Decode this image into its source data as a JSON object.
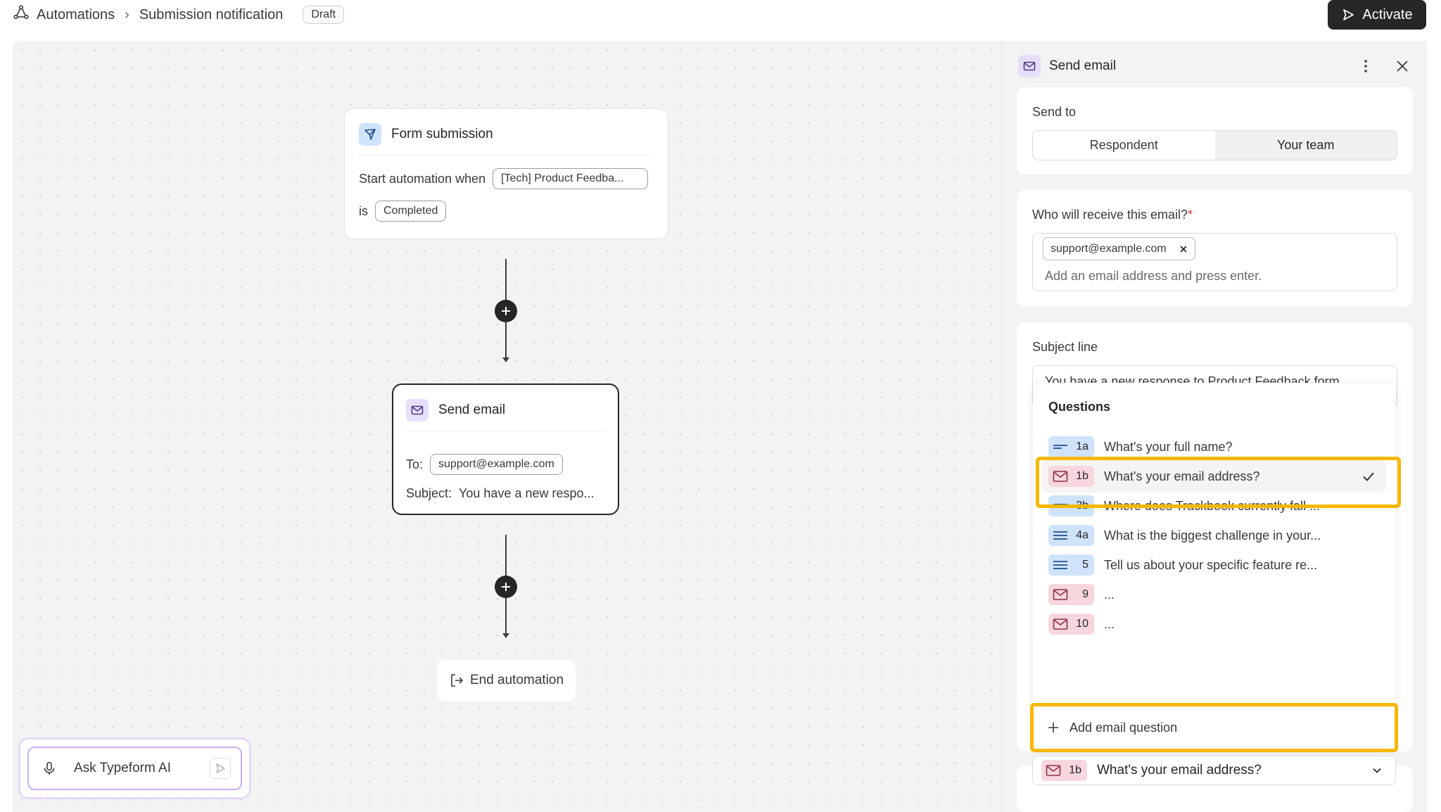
{
  "breadcrumb": {
    "root": "Automations",
    "current": "Submission notification",
    "status": "Draft"
  },
  "header": {
    "activate_label": "Activate"
  },
  "flow": {
    "trigger": {
      "title": "Form submission",
      "start_label": "Start automation when",
      "form_value": "[Tech] Product Feedba...",
      "is_label": "is",
      "state_value": "Completed"
    },
    "action": {
      "title": "Send email",
      "to_label": "To:",
      "to_value": "support@example.com",
      "subject_label": "Subject:",
      "subject_value": "You have a new respo..."
    },
    "end_label": "End automation"
  },
  "ai": {
    "placeholder": "Ask Typeform AI"
  },
  "panel": {
    "title": "Send email",
    "send_to": {
      "label": "Send to",
      "options": [
        "Respondent",
        "Your team"
      ],
      "selected": "Your team"
    },
    "receiver": {
      "label": "Who will receive this email?",
      "required_mark": "*",
      "chip": "support@example.com",
      "placeholder": "Add an email address and press enter."
    },
    "subject": {
      "label": "Subject line",
      "value": "You have a new response to Product Feedback form"
    },
    "dropdown": {
      "title": "Questions",
      "items": [
        {
          "tag": "1a",
          "type": "text",
          "text": "What's your full name?"
        },
        {
          "tag": "1b",
          "type": "email",
          "text": "What's your email address?",
          "selected": true
        },
        {
          "tag": "3b",
          "type": "text",
          "text": "Where does Trackbook currently fall ..."
        },
        {
          "tag": "4a",
          "type": "longtext",
          "text": "What is the biggest challenge in your..."
        },
        {
          "tag": "5",
          "type": "longtext",
          "text": "Tell us about your specific feature re..."
        },
        {
          "tag": "9",
          "type": "email",
          "text": "..."
        },
        {
          "tag": "10",
          "type": "email",
          "text": "..."
        }
      ],
      "add_label": "Add email question"
    },
    "selected_field": {
      "tag": "1b",
      "text": "What's your email address?"
    }
  },
  "colors": {
    "accent_dark": "#262627",
    "highlight": "#f5b800",
    "text_tag": "#cfe3fb",
    "email_tag": "#f8d6dd",
    "action_icon_bg": "#e6dff9"
  }
}
